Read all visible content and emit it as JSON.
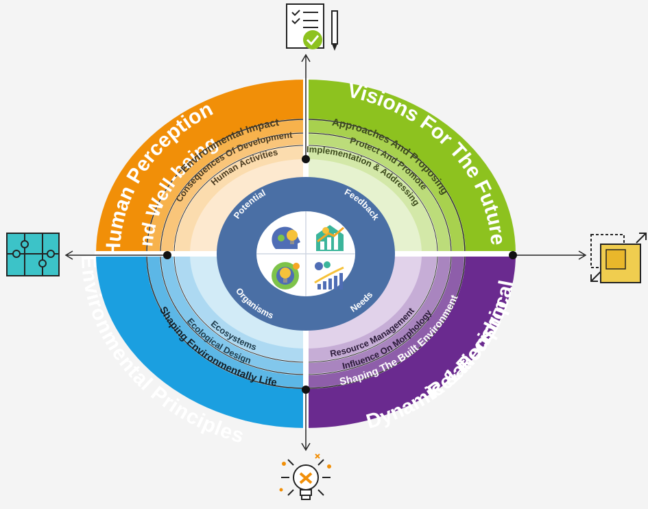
{
  "quadrants": {
    "top_left": "Human Perception And Well-being",
    "top_left_line1": "Human Perception",
    "top_left_line2": "And Well-being",
    "top_right": "Visions For The Future",
    "bottom_left": "Environmental Principles",
    "bottom_right_line1": "Dynamic & Reciprocal",
    "bottom_right_line2": "Relationship"
  },
  "rings": {
    "tl": [
      "Environmental Impact",
      "Consequences Of Development",
      "Human Activities"
    ],
    "tr": [
      "Approaches And Proposing",
      "Protect And Promote",
      "Implementation & Addressing"
    ],
    "bl": [
      "Shaping Environmentally Life",
      "Ecological Design",
      "Ecosystems"
    ],
    "br": [
      "Shaping The Built Environment",
      "Influence On Morphology",
      "Resource Management"
    ]
  },
  "inner": {
    "tl": "Potential",
    "tr": "Feedback",
    "bl": "Organisms",
    "br": "Needs"
  },
  "icons": {
    "top": "checklist-document-icon",
    "left": "puzzle-icon",
    "right": "scale-squares-icon",
    "bottom": "lightbulb-idea-icon",
    "center": [
      "head-lightbulb-icon",
      "growth-house-icon",
      "gear-lightbulb-icon",
      "bar-growth-icon"
    ]
  },
  "colors": {
    "orange": "#f18f08",
    "green": "#8dc21f",
    "blue": "#1b9fe0",
    "purple": "#6a2a8f",
    "core": "#4a6fa5"
  }
}
